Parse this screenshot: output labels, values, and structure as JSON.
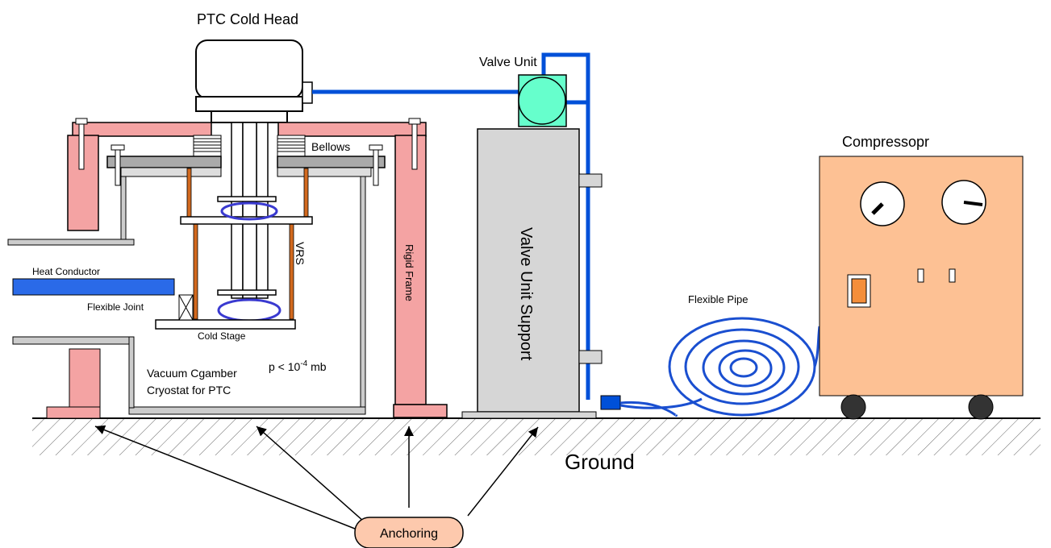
{
  "labels": {
    "cold_head": "PTC Cold Head",
    "valve_unit": "Valve Unit",
    "bellows": "Bellows",
    "compressor": "Compressopr",
    "vrs": "VRS",
    "rigid_frame": "Rigid Frame",
    "valve_unit_support": "Valve Unit Support",
    "heat_conductor": "Heat Conductor",
    "flexible_joint": "Flexible Joint",
    "cold_stage": "Cold Stage",
    "flexible_pipe": "Flexible Pipe",
    "vacuum_chamber_1": "Vacuum Cgamber",
    "vacuum_chamber_2": "Cryostat for PTC",
    "pressure_prefix": "p < 10",
    "pressure_exp": "-4",
    "pressure_unit": " mb",
    "ground": "Ground",
    "anchoring": "Anchoring"
  },
  "colors": {
    "frame_pink": "#f4a3a3",
    "pipe_blue": "#0050d8",
    "valve_green": "#66ffcc",
    "compressor_peach": "#fdc194",
    "support_gray": "#d6d6d6",
    "copper": "#d2691e",
    "ring_blue": "#3a3ad0",
    "switch_orange": "#f48e3a"
  }
}
